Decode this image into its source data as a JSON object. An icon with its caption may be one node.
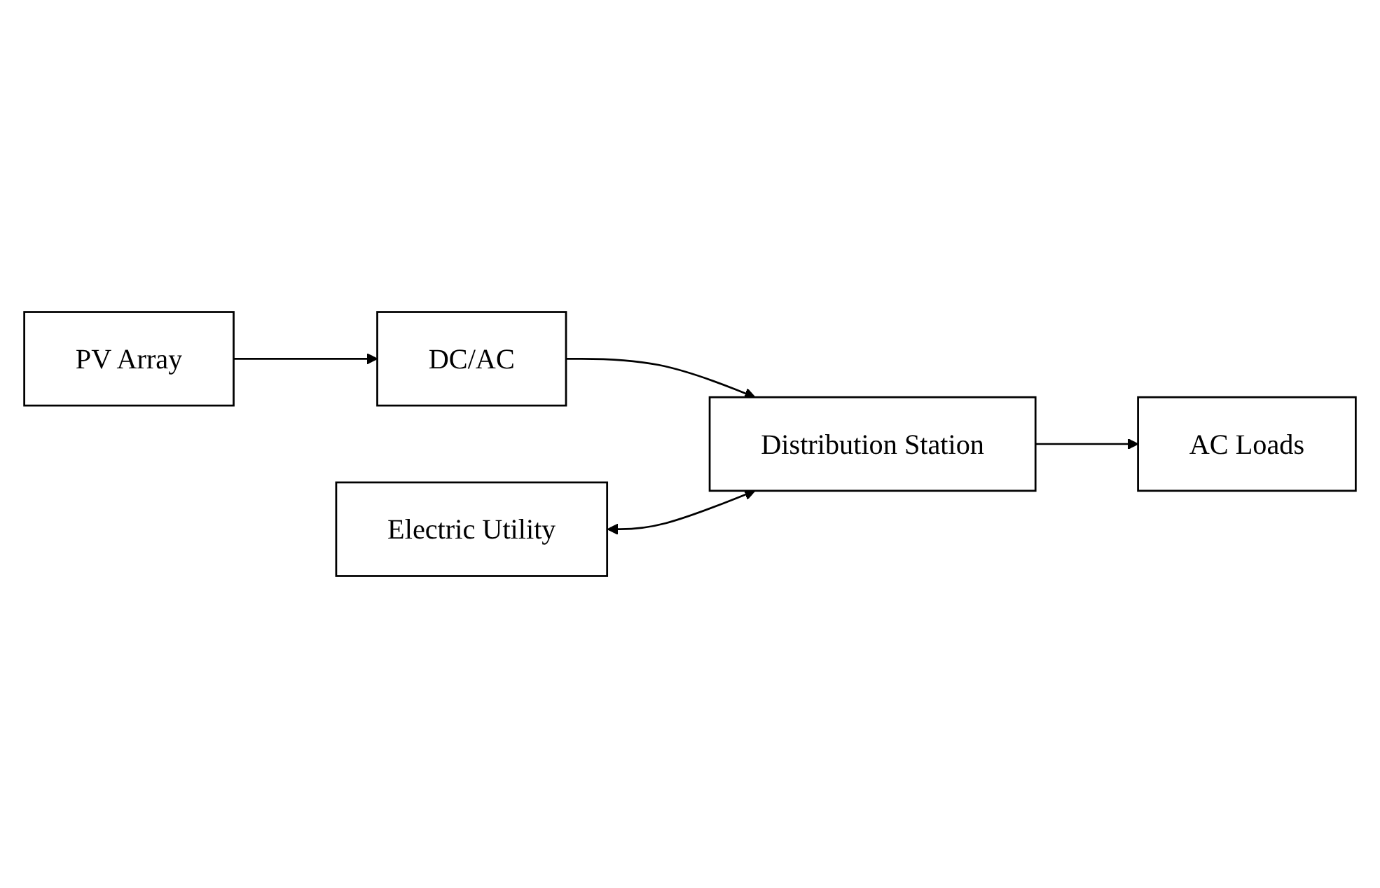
{
  "diagram": {
    "nodes": [
      {
        "text": [
          "PV Array"
        ]
      },
      {
        "text": [
          "DC/AC"
        ]
      },
      {
        "text": [
          "Distribution Station"
        ]
      },
      {
        "text": [
          "Electric Utility"
        ]
      },
      {
        "text": [
          "AC Loads"
        ]
      }
    ],
    "edges": [
      {
        "from": 0,
        "to": 1,
        "arrow": "to"
      },
      {
        "from": 1,
        "to": 2,
        "arrow": "to"
      },
      {
        "from": 3,
        "to": 2,
        "arrow": "both"
      },
      {
        "from": 2,
        "to": 4,
        "arrow": "to"
      }
    ]
  }
}
